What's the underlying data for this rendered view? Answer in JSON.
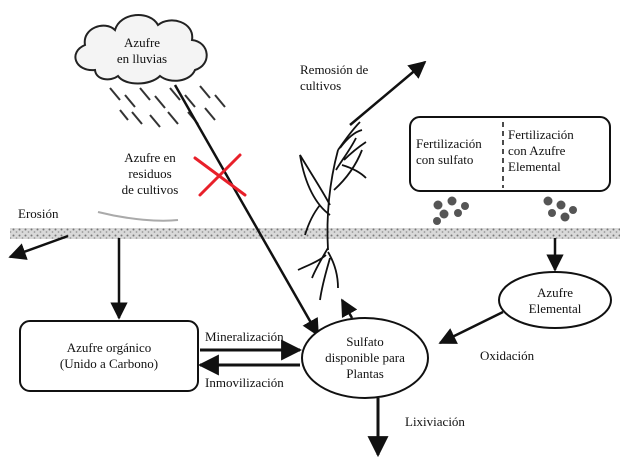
{
  "labels": {
    "rain": [
      "Azufre",
      "en lluvias"
    ],
    "residues": [
      "Azufre en",
      "residuos",
      "de cultivos"
    ],
    "removal": [
      "Remosión de",
      "cultivos"
    ],
    "fert_sulfate": [
      "Fertilización",
      "con sulfato"
    ],
    "fert_elemental": [
      "Fertilización",
      "con Azufre",
      "Elemental"
    ],
    "erosion": "Erosión",
    "elemental": [
      "Azufre",
      "Elemental"
    ],
    "organic": [
      "Azufre orgánico",
      "(Unido a Carbono)"
    ],
    "mineralization": "Mineralización",
    "immobilization": "Inmovilización",
    "sulfate": [
      "Sulfato",
      "disponible para",
      "Plantas"
    ],
    "oxidation": "Oxidación",
    "leaching": "Lixiviación"
  },
  "colors": {
    "ink": "#111111",
    "cross": "#e8202a",
    "soil": "#8c8c8c",
    "pellet": "#555555"
  }
}
